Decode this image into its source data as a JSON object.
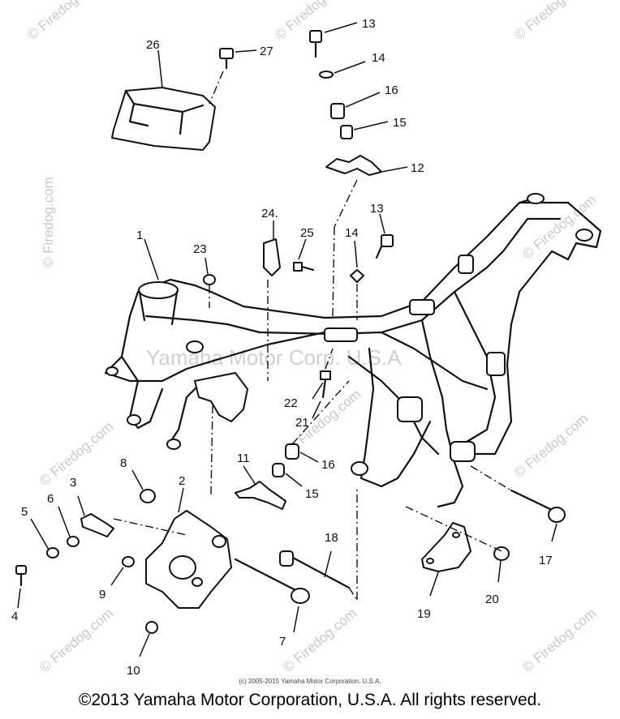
{
  "watermarks": {
    "center": "Yamaha Motor Corp. U.S.A",
    "side": "© Firedog.com",
    "corner": "© Firedog.com"
  },
  "callouts": {
    "p1": "1",
    "p2": "2",
    "p3": "3",
    "p4": "4",
    "p5": "5",
    "p6": "6",
    "p7": "7",
    "p8": "8",
    "p9": "9",
    "p10": "10",
    "p11": "11",
    "p12": "12",
    "p13a": "13",
    "p13b": "13",
    "p14a": "14",
    "p14b": "14",
    "p15a": "15",
    "p15b": "15",
    "p16a": "16",
    "p16b": "16",
    "p17": "17",
    "p18": "18",
    "p19": "19",
    "p20": "20",
    "p21": "21",
    "p22": "22",
    "p23": "23",
    "p24": "24.",
    "p25": "25",
    "p26": "26",
    "p27": "27"
  },
  "footer": {
    "small": "(c) 2005-2015 Yamaha Motor Corporation, U.S.A.",
    "main": "©2013 Yamaha Motor Corporation, U.S.A. All rights reserved."
  }
}
